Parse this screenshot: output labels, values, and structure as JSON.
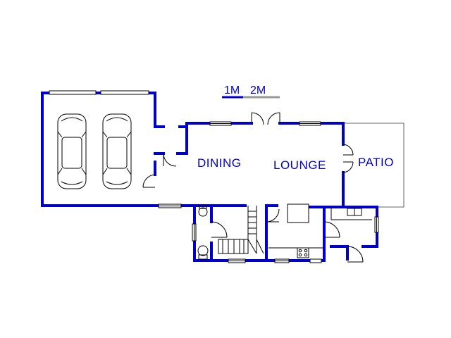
{
  "scale_bar": {
    "label_1": "1M",
    "label_2": "2M"
  },
  "rooms": {
    "dining": "DINING",
    "lounge": "LOUNGE",
    "patio": "PATIO"
  },
  "colors": {
    "wall": "#0000cc",
    "fixture": "#000000",
    "scale_dark": "#0000cc",
    "scale_light": "#999999"
  }
}
